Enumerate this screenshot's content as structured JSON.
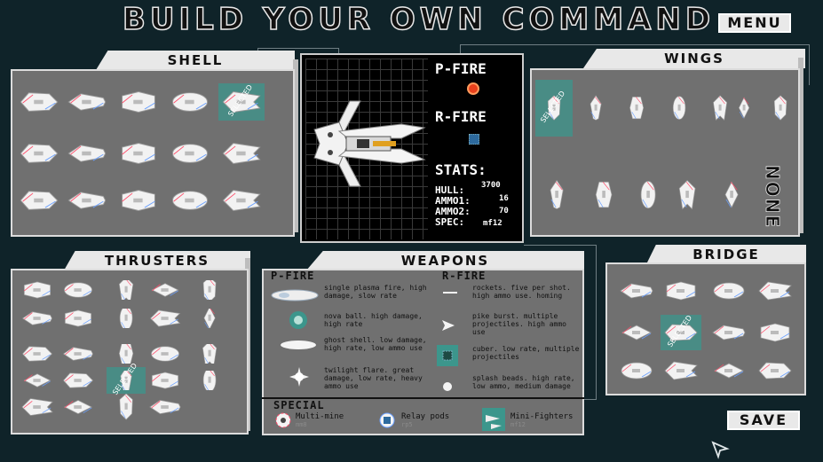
{
  "header": {
    "title": "BUILD YOUR OWN COMMAND",
    "menu_label": "MENU"
  },
  "footer": {
    "save_label": "SAVE"
  },
  "selected_label": "SELECTED",
  "shell": {
    "label": "SHELL",
    "count": 15,
    "selected_index": 4
  },
  "wings": {
    "label": "WINGS",
    "none_label": "NONE",
    "selected_index": 0
  },
  "thrusters": {
    "label": "THRUSTERS",
    "selected_index": 17
  },
  "bridge": {
    "label": "BRIDGE",
    "selected_index": 5
  },
  "preview": {
    "p_fire_label": "P-FIRE",
    "r_fire_label": "R-FIRE",
    "stats_label": "STATS:",
    "stats": [
      {
        "key": "HULL:",
        "value": "3700"
      },
      {
        "key": "AMMO1:",
        "value": "16"
      },
      {
        "key": "AMMO2:",
        "value": "70"
      },
      {
        "key": "SPEC:",
        "value": "mf12"
      }
    ],
    "p_fire_color": "#e8401c",
    "r_fire_color": "#2d6a9e"
  },
  "weapons": {
    "label": "WEAPONS",
    "p_fire_header": "P-FIRE",
    "r_fire_header": "R-FIRE",
    "p_fire": [
      {
        "icon": "plasma-icon",
        "desc": "single plasma fire, high damage, slow rate"
      },
      {
        "icon": "nova-ball-icon",
        "desc": "nova ball. high damage, high rate"
      },
      {
        "icon": "ghost-shell-icon",
        "desc": "ghost shell. low damage, high rate, low ammo use"
      },
      {
        "icon": "twilight-flare-icon",
        "desc": "twilight flare. great damage, low rate, heavy ammo use"
      }
    ],
    "r_fire": [
      {
        "icon": "rockets-icon",
        "desc": "rockets. five per shot. high ammo use. homing"
      },
      {
        "icon": "pike-burst-icon",
        "desc": "pike burst. multiple projectiles. high ammo use"
      },
      {
        "icon": "cuber-icon",
        "desc": "cuber. low rate, multiple projectiles"
      },
      {
        "icon": "splash-beads-icon",
        "desc": "splash beads. high rate, low ammo, medium damage"
      }
    ],
    "special_header": "SPECIAL",
    "special": [
      {
        "icon": "multi-mine-icon",
        "name": "Multi-mine",
        "sub": "mm8"
      },
      {
        "icon": "relay-pods-icon",
        "name": "Relay pods",
        "sub": "rp5"
      },
      {
        "icon": "mini-fighters-icon",
        "name": "Mini-Fighters",
        "sub": "mf12"
      }
    ]
  },
  "colors": {
    "background": "#0f2329",
    "panel": "#707070",
    "selected": "#3c968c",
    "accent_red": "#ff4d6a",
    "accent_blue": "#6aa0ff"
  }
}
